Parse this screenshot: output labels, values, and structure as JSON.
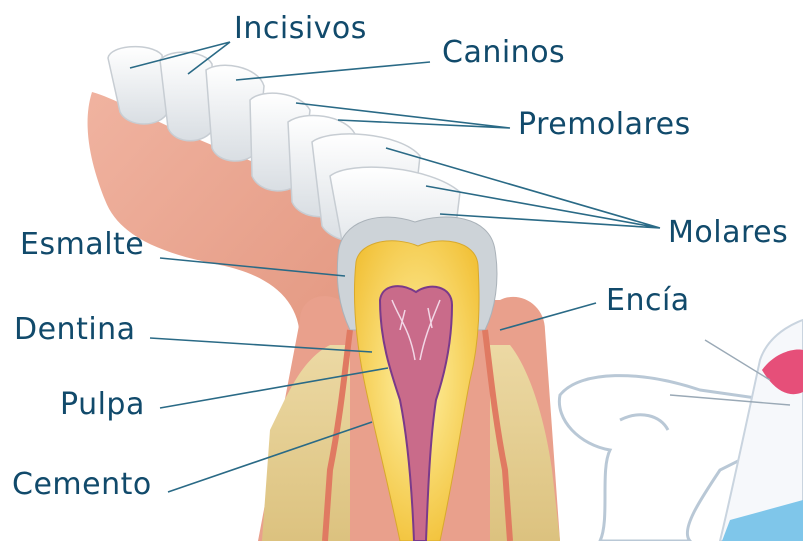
{
  "labels": {
    "incisivos": "Incisivos",
    "caninos": "Caninos",
    "premolares": "Premolares",
    "molares": "Molares",
    "esmalte": "Esmalte",
    "encia": "Encía",
    "dentina": "Dentina",
    "pulpa": "Pulpa",
    "cemento": "Cemento"
  },
  "colors": {
    "label_text": "#114a6b",
    "leader_line": "#2a6a86",
    "gum": "#e79a82",
    "tooth": "#eef1f4",
    "enamel": "#c4cbd1",
    "dentin": "#f3d24a",
    "pulp": "#c96b8a",
    "bone": "#e8d49a"
  }
}
